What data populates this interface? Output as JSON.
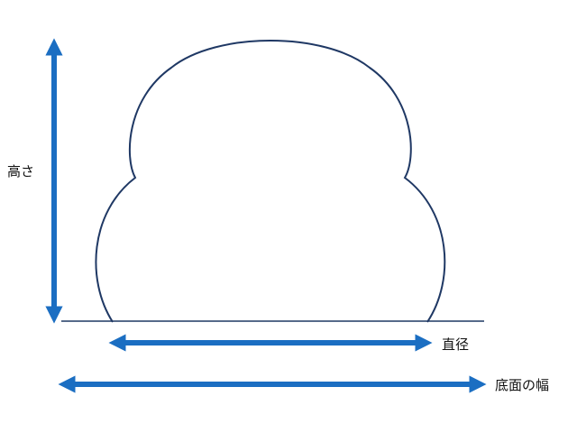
{
  "labels": {
    "height": "高さ",
    "diameter": "直径",
    "base_width": "底面の幅"
  },
  "colors": {
    "arrow": "#1b6ec2",
    "outline": "#1f3864",
    "baseline": "#1f3864"
  }
}
